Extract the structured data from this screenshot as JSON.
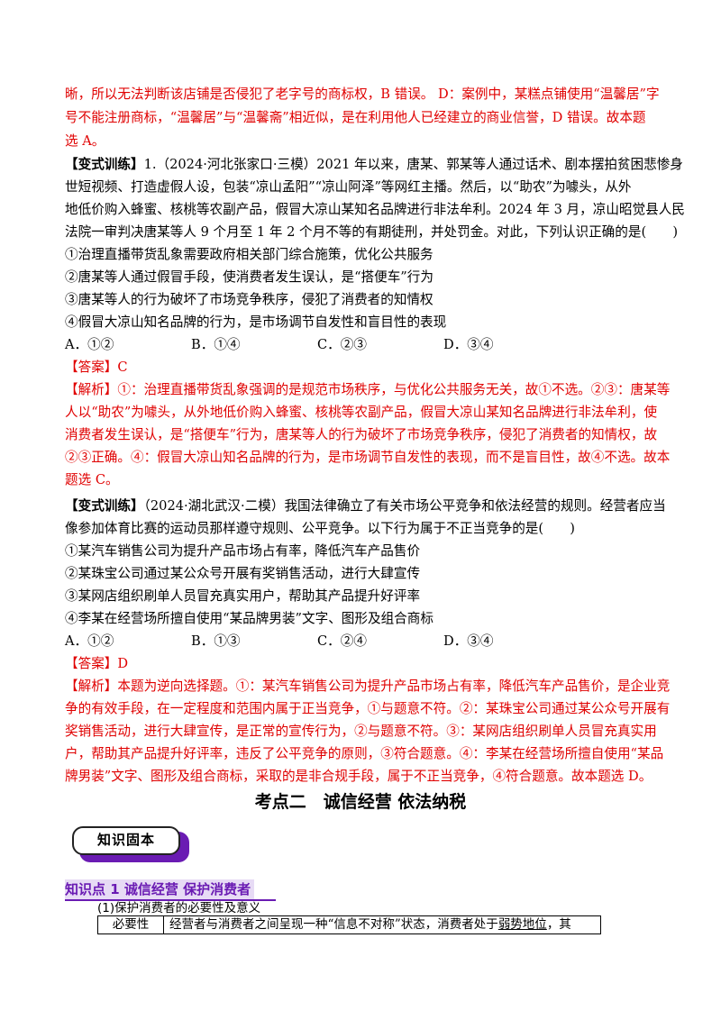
{
  "intro_lines": [
    "晰，所以无法判断该店铺是否侵犯了老字号的商标权，B 错误。 D：案例中，某糕点铺使用“温馨居”字",
    "号不能注册商标，“温馨居”与“温馨斋”相近似，是在利用他人已经建立的商业信誉，D 错误。故本题",
    "选 A。"
  ],
  "q1": {
    "tag": "【变式训练】",
    "stem_lines": [
      "1.（2024·河北张家口·三模）2021 年以来，唐某、郭某等人通过话术、剧本摆拍贫困悲惨身",
      "世短视频、打造虚假人设，包装“凉山孟阳”“凉山阿泽”等网红主播。然后，以“助农”为噱头，从外",
      "地低价购入蜂蜜、核桃等农副产品，假冒大凉山某知名品牌进行非法牟利。2024 年 3 月，凉山昭觉县人民",
      "法院一审判决唐某等人 9 个月至 1 年 2 个月不等的有期徒刑，并处罚金。对此，下列认识正确的是(　　)"
    ],
    "statements": [
      "①治理直播带货乱象需要政府相关部门综合施策，优化公共服务",
      "②唐某等人通过假冒手段，使消费者发生误认，是“搭便车”行为",
      "③唐某等人的行为破坏了市场竞争秩序，侵犯了消费者的知情权",
      "④假冒大凉山知名品牌的行为，是市场调节自发性和盲目性的表现"
    ],
    "options": [
      "A．①②",
      "B．①④",
      "C．②③",
      "D．③④"
    ],
    "answer": "【答案】C",
    "analysis_lines": [
      "【解析】①：治理直播带货乱象强调的是规范市场秩序，与优化公共服务无关，故①不选。②③：唐某等",
      "人以“助农”为噱头，从外地低价购入蜂蜜、核桃等农副产品，假冒大凉山某知名品牌进行非法牟利，使",
      "消费者发生误认，是“搭便车”行为，唐某等人的行为破坏了市场竞争秩序，侵犯了消费者的知情权，故",
      "②③正确。④：假冒大凉山知名品牌的行为，是市场调节自发性的表现，而不是盲目性，故④不选。故本",
      "题选 C。"
    ]
  },
  "q2": {
    "tag": "【变式训练】",
    "stem_lines": [
      "（2024·湖北武汉·二模）我国法律确立了有关市场公平竞争和依法经营的规则。经营者应当",
      "像参加体育比赛的运动员那样遵守规则、公平竞争。以下行为属于不正当竞争的是(　　)"
    ],
    "statements": [
      "①某汽车销售公司为提升产品市场占有率，降低汽车产品售价",
      "②某珠宝公司通过某公众号开展有奖销售活动，进行大肆宣传",
      "③某网店组织刷单人员冒充真实用户，帮助其产品提升好评率",
      "④李某在经营场所擅自使用“某品牌男装”文字、图形及组合商标"
    ],
    "options": [
      "A．①②",
      "B．①③",
      "C．②④",
      "D．③④"
    ],
    "answer": "【答案】D",
    "analysis_lines": [
      "【解析】本题为逆向选择题。①：某汽车销售公司为提升产品市场占有率，降低汽车产品售价，是企业竞",
      "争的有效手段，在一定程度和范围内属于正当竞争，①与题意不符。②：某珠宝公司通过某公众号开展有",
      "奖销售活动，进行大肆宣传，是正常的宣传行为，②与题意不符。③：某网店组织刷单人员冒充真实用",
      "户，帮助其产品提升好评率，违反了公平竞争的原则，③符合题意。④：李某在经营场所擅自使用“某品",
      "牌男装”文字、图形及组合商标，采取的是非合规手段，属于不正当竞争，④符合题意。故本题选 D。"
    ]
  },
  "section_heading": "考点二　诚信经营  依法纳税",
  "badge_label": "知识固本",
  "knowledge_point_title": "知识点 1  诚信经营  保护消费者",
  "subheading": "(1)保护消费者的必要性及意义",
  "table": {
    "key": "必要性",
    "value_prefix": "经营者与消费者之间呈现一种“信息不对称”状态，消费者处于",
    "value_underlined": "弱势地位",
    "value_suffix": "，其"
  },
  "colors": {
    "accent_red": "#e00000",
    "accent_purple": "#6a1bb3",
    "highlight": "#e7dbf5"
  }
}
